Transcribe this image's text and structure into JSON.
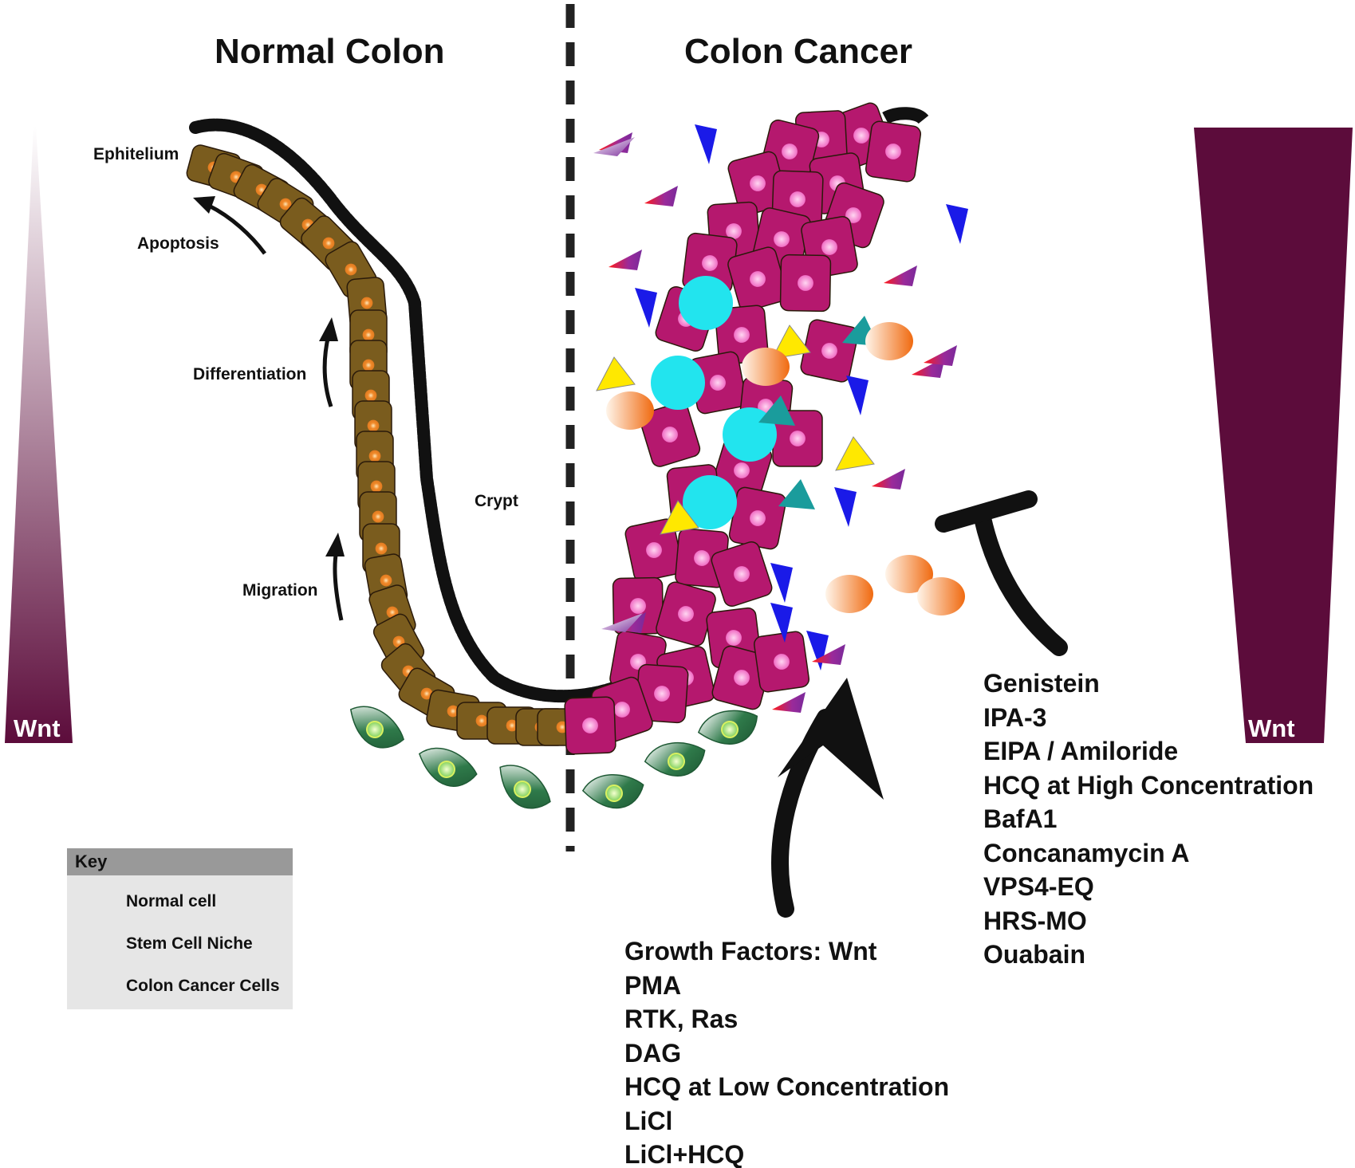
{
  "titles": {
    "normal": "Normal Colon",
    "cancer": "Colon Cancer"
  },
  "labels": {
    "epithelium": "Ephitelium",
    "apoptosis": "Apoptosis",
    "differentiation": "Differentiation",
    "migration": "Migration",
    "crypt": "Crypt"
  },
  "wnt_gradient": {
    "left_label": "Wnt",
    "right_label": "Wnt",
    "color": "#5c0c3b"
  },
  "inhibitors": [
    "Genistein",
    "IPA-3",
    "EIPA / Amiloride",
    "HCQ at High Concentration",
    "BafA1",
    "Concanamycin A",
    "VPS4-EQ",
    "HRS-MO",
    "Ouabain"
  ],
  "promoters": [
    "Growth Factors: Wnt",
    "PMA",
    "RTK, Ras",
    "DAG",
    "HCQ at Low Concentration",
    "LiCl",
    "LiCl+HCQ"
  ],
  "key": {
    "title": "Key",
    "items": [
      {
        "label": "Normal cell",
        "icon": "normal-cell-icon"
      },
      {
        "label": "Stem Cell Niche",
        "icon": "stem-cell-icon"
      },
      {
        "label": "Colon Cancer Cells",
        "icon": "cancer-cells-icon"
      }
    ]
  },
  "colors": {
    "normal_cell": "#7a5c1e",
    "nucleus_normal": "#e07a20",
    "cancer_cell": "#b5186e",
    "nucleus_cancer": "#f06cc4",
    "stem_cell": "#2f7a4a",
    "membrane": "#111111"
  }
}
